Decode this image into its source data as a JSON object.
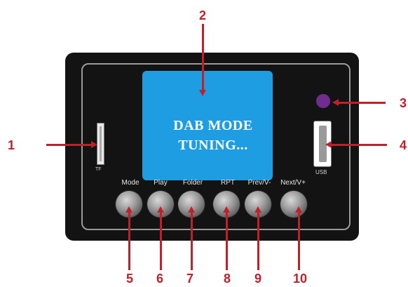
{
  "screen": {
    "line1": "DAB MODE",
    "line2": "TUNING..."
  },
  "ports": {
    "tf_label": "TF",
    "usb_label": "USB"
  },
  "buttons": [
    {
      "label": "Mode",
      "number": "5"
    },
    {
      "label": "Play",
      "number": "6"
    },
    {
      "label": "Folder",
      "number": "7"
    },
    {
      "label": "RPT",
      "number": "8"
    },
    {
      "label": "Prev/V-",
      "number": "9"
    },
    {
      "label": "Next/V+",
      "number": "10"
    }
  ],
  "callouts": {
    "tf": "1",
    "screen": "2",
    "ir": "3",
    "usb": "4"
  },
  "colors": {
    "panel": "#131313",
    "screen": "#1e9de3",
    "callout": "#c0202a",
    "ir_sensor": "#6f2e8f"
  }
}
